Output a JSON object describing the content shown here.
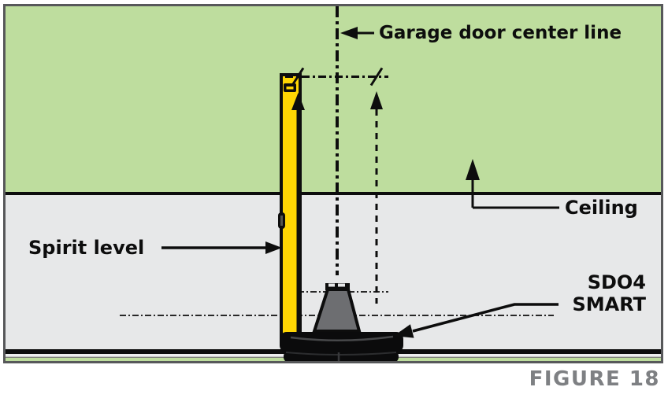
{
  "figure": {
    "caption": "FIGURE 18",
    "labels": {
      "garage_center_line": "Garage door center line",
      "spirit_level": "Spirit level",
      "ceiling": "Ceiling",
      "device_line1": "SDO4",
      "device_line2": "SMART"
    },
    "icons": {
      "center_line_style": "dash-dot-vertical",
      "dimension_ticks": "slash-ticks",
      "arrows": [
        "up-arrow",
        "left-arrow",
        "right-arrow",
        "leader-arrow"
      ]
    }
  },
  "colors": {
    "wall-green": "#bedd9e",
    "ceiling-gray": "#e7e8e9",
    "frame-border": "#57585a",
    "level-yellow": "#ffd603",
    "ink": "#0d0d0d",
    "bracket-gray": "#6d6e71",
    "device-black": "#0b0b0c",
    "caption-gray": "#7e8083"
  }
}
